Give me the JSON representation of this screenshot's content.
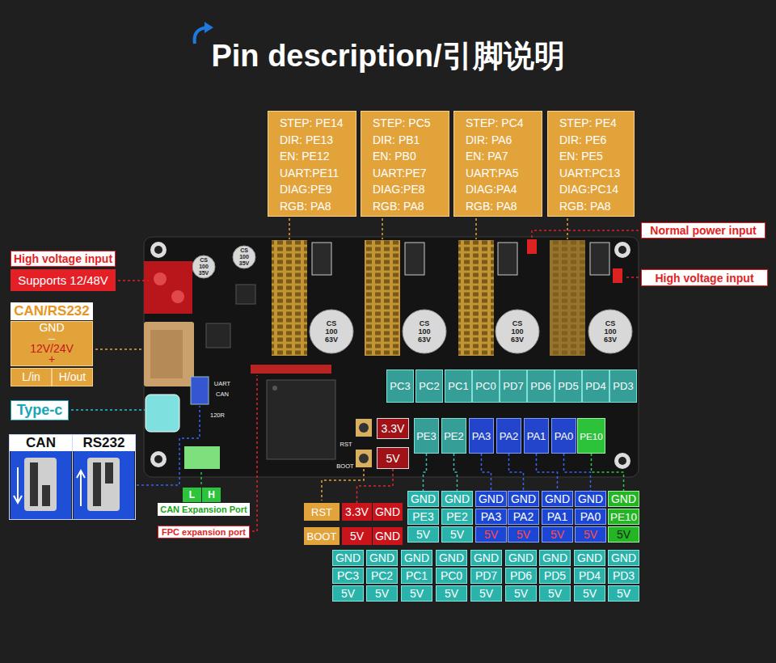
{
  "diagram": {
    "title": "Pin description/引脚说明",
    "nodes": [
      {
        "text": [
          "STEP: PE14",
          "DIR: PE13",
          "EN: PE12",
          "UART:PE11",
          "DIAG:PE9",
          "RGB: PA8"
        ]
      },
      {
        "text": [
          "STEP: PC5",
          "DIR: PB1",
          "EN: PB0",
          "UART:PE7",
          "DIAG:PE8",
          "RGB: PA8"
        ]
      },
      {
        "text": [
          "STEP: PC4",
          "DIR: PA6",
          "EN: PA7",
          "UART:PA5",
          "DIAG:PA4",
          "RGB: PA8"
        ]
      },
      {
        "text": [
          "STEP: PE4",
          "DIR: PE6",
          "EN: PE5",
          "UART:PC13",
          "DIAG:PC14",
          "RGB: PA8"
        ]
      },
      {
        "text": [
          "Normal power input"
        ]
      },
      {
        "text": [
          "High voltage input"
        ]
      },
      {
        "text": [
          "Supports 12/48V"
        ]
      },
      {
        "text": [
          "High voltage input"
        ]
      },
      {
        "text": [
          "CAN/RS232"
        ]
      },
      {
        "text": [
          "GND",
          "–",
          "12V/24V",
          "+"
        ]
      },
      {
        "text": [
          "L/in"
        ]
      },
      {
        "text": [
          "H/out"
        ]
      },
      {
        "text": [
          "Type-c"
        ]
      },
      {
        "text": [
          "CAN"
        ]
      },
      {
        "text": [
          "RS232"
        ]
      },
      {
        "text": [
          "L"
        ]
      },
      {
        "text": [
          "H"
        ]
      },
      {
        "text": [
          "CAN Expansion Port"
        ]
      },
      {
        "text": [
          "FPC expansion port"
        ]
      },
      {
        "text": [
          "PC3"
        ]
      },
      {
        "text": [
          "PC2"
        ]
      },
      {
        "text": [
          "PC1"
        ]
      },
      {
        "text": [
          "PC0"
        ]
      },
      {
        "text": [
          "PD7"
        ]
      },
      {
        "text": [
          "PD6"
        ]
      },
      {
        "text": [
          "PD5"
        ]
      },
      {
        "text": [
          "PD4"
        ]
      },
      {
        "text": [
          "PD3"
        ]
      },
      {
        "text": [
          "PE3"
        ]
      },
      {
        "text": [
          "PE2"
        ]
      },
      {
        "text": [
          "PA3"
        ]
      },
      {
        "text": [
          "PA2"
        ]
      },
      {
        "text": [
          "PA1"
        ]
      },
      {
        "text": [
          "PA0"
        ]
      },
      {
        "text": [
          "PE10"
        ]
      },
      {
        "text": [
          "3.3V"
        ]
      },
      {
        "text": [
          "5V"
        ]
      },
      {
        "text": [
          "RST"
        ]
      },
      {
        "text": [
          "BOOT"
        ]
      },
      {
        "text": [
          "3.3V"
        ]
      },
      {
        "text": [
          "GND"
        ]
      },
      {
        "text": [
          "5V"
        ]
      },
      {
        "text": [
          "GND"
        ]
      },
      {
        "text": [
          "GND"
        ]
      },
      {
        "text": [
          "PE3"
        ]
      },
      {
        "text": [
          "5V"
        ]
      },
      {
        "text": [
          "GND"
        ]
      },
      {
        "text": [
          "PE2"
        ]
      },
      {
        "text": [
          "5V"
        ]
      },
      {
        "text": [
          "GND"
        ]
      },
      {
        "text": [
          "PA3"
        ]
      },
      {
        "text": [
          "5V"
        ]
      },
      {
        "text": [
          "GND"
        ]
      },
      {
        "text": [
          "PA2"
        ]
      },
      {
        "text": [
          "5V"
        ]
      },
      {
        "text": [
          "GND"
        ]
      },
      {
        "text": [
          "PA1"
        ]
      },
      {
        "text": [
          "5V"
        ]
      },
      {
        "text": [
          "GND"
        ]
      },
      {
        "text": [
          "PA0"
        ]
      },
      {
        "text": [
          "5V"
        ]
      },
      {
        "text": [
          "GND"
        ]
      },
      {
        "text": [
          "PE10"
        ]
      },
      {
        "text": [
          "5V"
        ]
      },
      {
        "text": [
          "GND"
        ]
      },
      {
        "text": [
          "PC3"
        ]
      },
      {
        "text": [
          "5V"
        ]
      },
      {
        "text": [
          "GND"
        ]
      },
      {
        "text": [
          "PC2"
        ]
      },
      {
        "text": [
          "5V"
        ]
      },
      {
        "text": [
          "GND"
        ]
      },
      {
        "text": [
          "PC1"
        ]
      },
      {
        "text": [
          "5V"
        ]
      },
      {
        "text": [
          "GND"
        ]
      },
      {
        "text": [
          "PC0"
        ]
      },
      {
        "text": [
          "5V"
        ]
      },
      {
        "text": [
          "GND"
        ]
      },
      {
        "text": [
          "PD7"
        ]
      },
      {
        "text": [
          "5V"
        ]
      },
      {
        "text": [
          "GND"
        ]
      },
      {
        "text": [
          "PD6"
        ]
      },
      {
        "text": [
          "5V"
        ]
      },
      {
        "text": [
          "GND"
        ]
      },
      {
        "text": [
          "PD5"
        ]
      },
      {
        "text": [
          "5V"
        ]
      },
      {
        "text": [
          "GND"
        ]
      },
      {
        "text": [
          "PD4"
        ]
      },
      {
        "text": [
          "5V"
        ]
      },
      {
        "text": [
          "GND"
        ]
      },
      {
        "text": [
          "PD3"
        ]
      },
      {
        "text": [
          "5V"
        ]
      }
    ],
    "edges": [
      {
        "from": 28,
        "to": 43,
        "arrow": "none"
      },
      {
        "from": 29,
        "to": 46,
        "arrow": "none"
      },
      {
        "from": 30,
        "to": 49,
        "arrow": "none"
      },
      {
        "from": 31,
        "to": 52,
        "arrow": "none"
      },
      {
        "from": 32,
        "to": 55,
        "arrow": "none"
      },
      {
        "from": 33,
        "to": 58,
        "arrow": "none"
      },
      {
        "from": 34,
        "to": 61,
        "arrow": "none"
      },
      {
        "from": 36,
        "to": 39,
        "arrow": "none"
      }
    ],
    "labels": [
      "UART",
      "CAN",
      "120R",
      "RST",
      "BOOT",
      "CS 100 63V",
      "CS 100 63V",
      "CS 100 63V",
      "CS 100 63V",
      "CS 100 35V",
      "CS 100 35V"
    ]
  }
}
